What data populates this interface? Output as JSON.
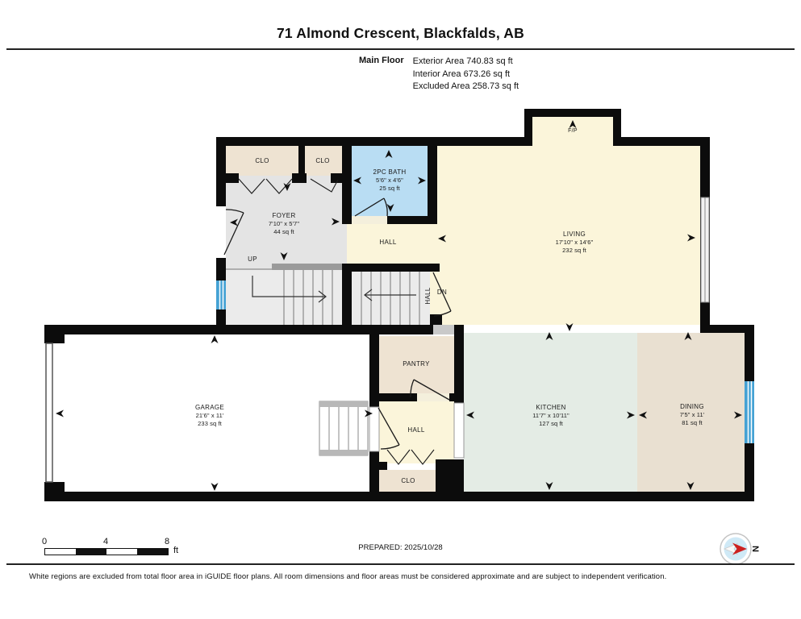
{
  "header": {
    "title": "71 Almond Crescent, Blackfalds, AB",
    "floor_label": "Main Floor",
    "stats": {
      "exterior": "Exterior Area 740.83 sq ft",
      "interior": "Interior Area 673.26 sq ft",
      "excluded": "Excluded Area 258.73 sq ft"
    }
  },
  "rooms": {
    "living": {
      "name": "LIVING",
      "dims": "17'10\" x 14'6\"",
      "area": "232 sq ft"
    },
    "bath": {
      "name": "2PC BATH",
      "dims": "5'6\" x 4'6\"",
      "area": "25 sq ft"
    },
    "foyer": {
      "name": "FOYER",
      "dims": "7'10\" x 5'7\"",
      "area": "44 sq ft"
    },
    "garage": {
      "name": "GARAGE",
      "dims": "21'6\" x 11'",
      "area": "233 sq ft"
    },
    "kitchen": {
      "name": "KITCHEN",
      "dims": "11'7\" x 10'11\"",
      "area": "127 sq ft"
    },
    "dining": {
      "name": "DINING",
      "dims": "7'5\" x 11'",
      "area": "81 sq ft"
    },
    "pantry": {
      "name": "PANTRY"
    },
    "hall_upper": {
      "name": "HALL"
    },
    "hall_lower": {
      "name": "HALL"
    },
    "hall_stair": {
      "name": "HALL"
    },
    "clo_a": {
      "name": "CLO"
    },
    "clo_b": {
      "name": "CLO"
    },
    "clo_c": {
      "name": "CLO"
    },
    "fireplace": {
      "name": "F/P"
    }
  },
  "stairs": {
    "up_label": "UP",
    "down_label": "DN"
  },
  "scale_bar": {
    "ticks": [
      "0",
      "4",
      "8"
    ],
    "unit": "ft"
  },
  "footer": {
    "prepared": "PREPARED: 2025/10/28",
    "compass_label": "N",
    "disclaimer": "White regions are excluded from total floor area in iGUIDE floor plans. All room dimensions and floor areas must be considered approximate and are subject to independent verification."
  },
  "colors": {
    "wall": "#0c0c0c",
    "living_cream": "#fbf5da",
    "foyer_gray": "#e4e4e4",
    "stair_gray": "#ebebeb",
    "closet_tan": "#eee3d2",
    "dining_tan": "#e9e0d1",
    "bath_blue": "#b9ddf3",
    "kitchen_mint": "#e4ece5",
    "garage_white": "#ffffff",
    "window_blue": "#45a2d4",
    "compass_red": "#cc2020"
  }
}
